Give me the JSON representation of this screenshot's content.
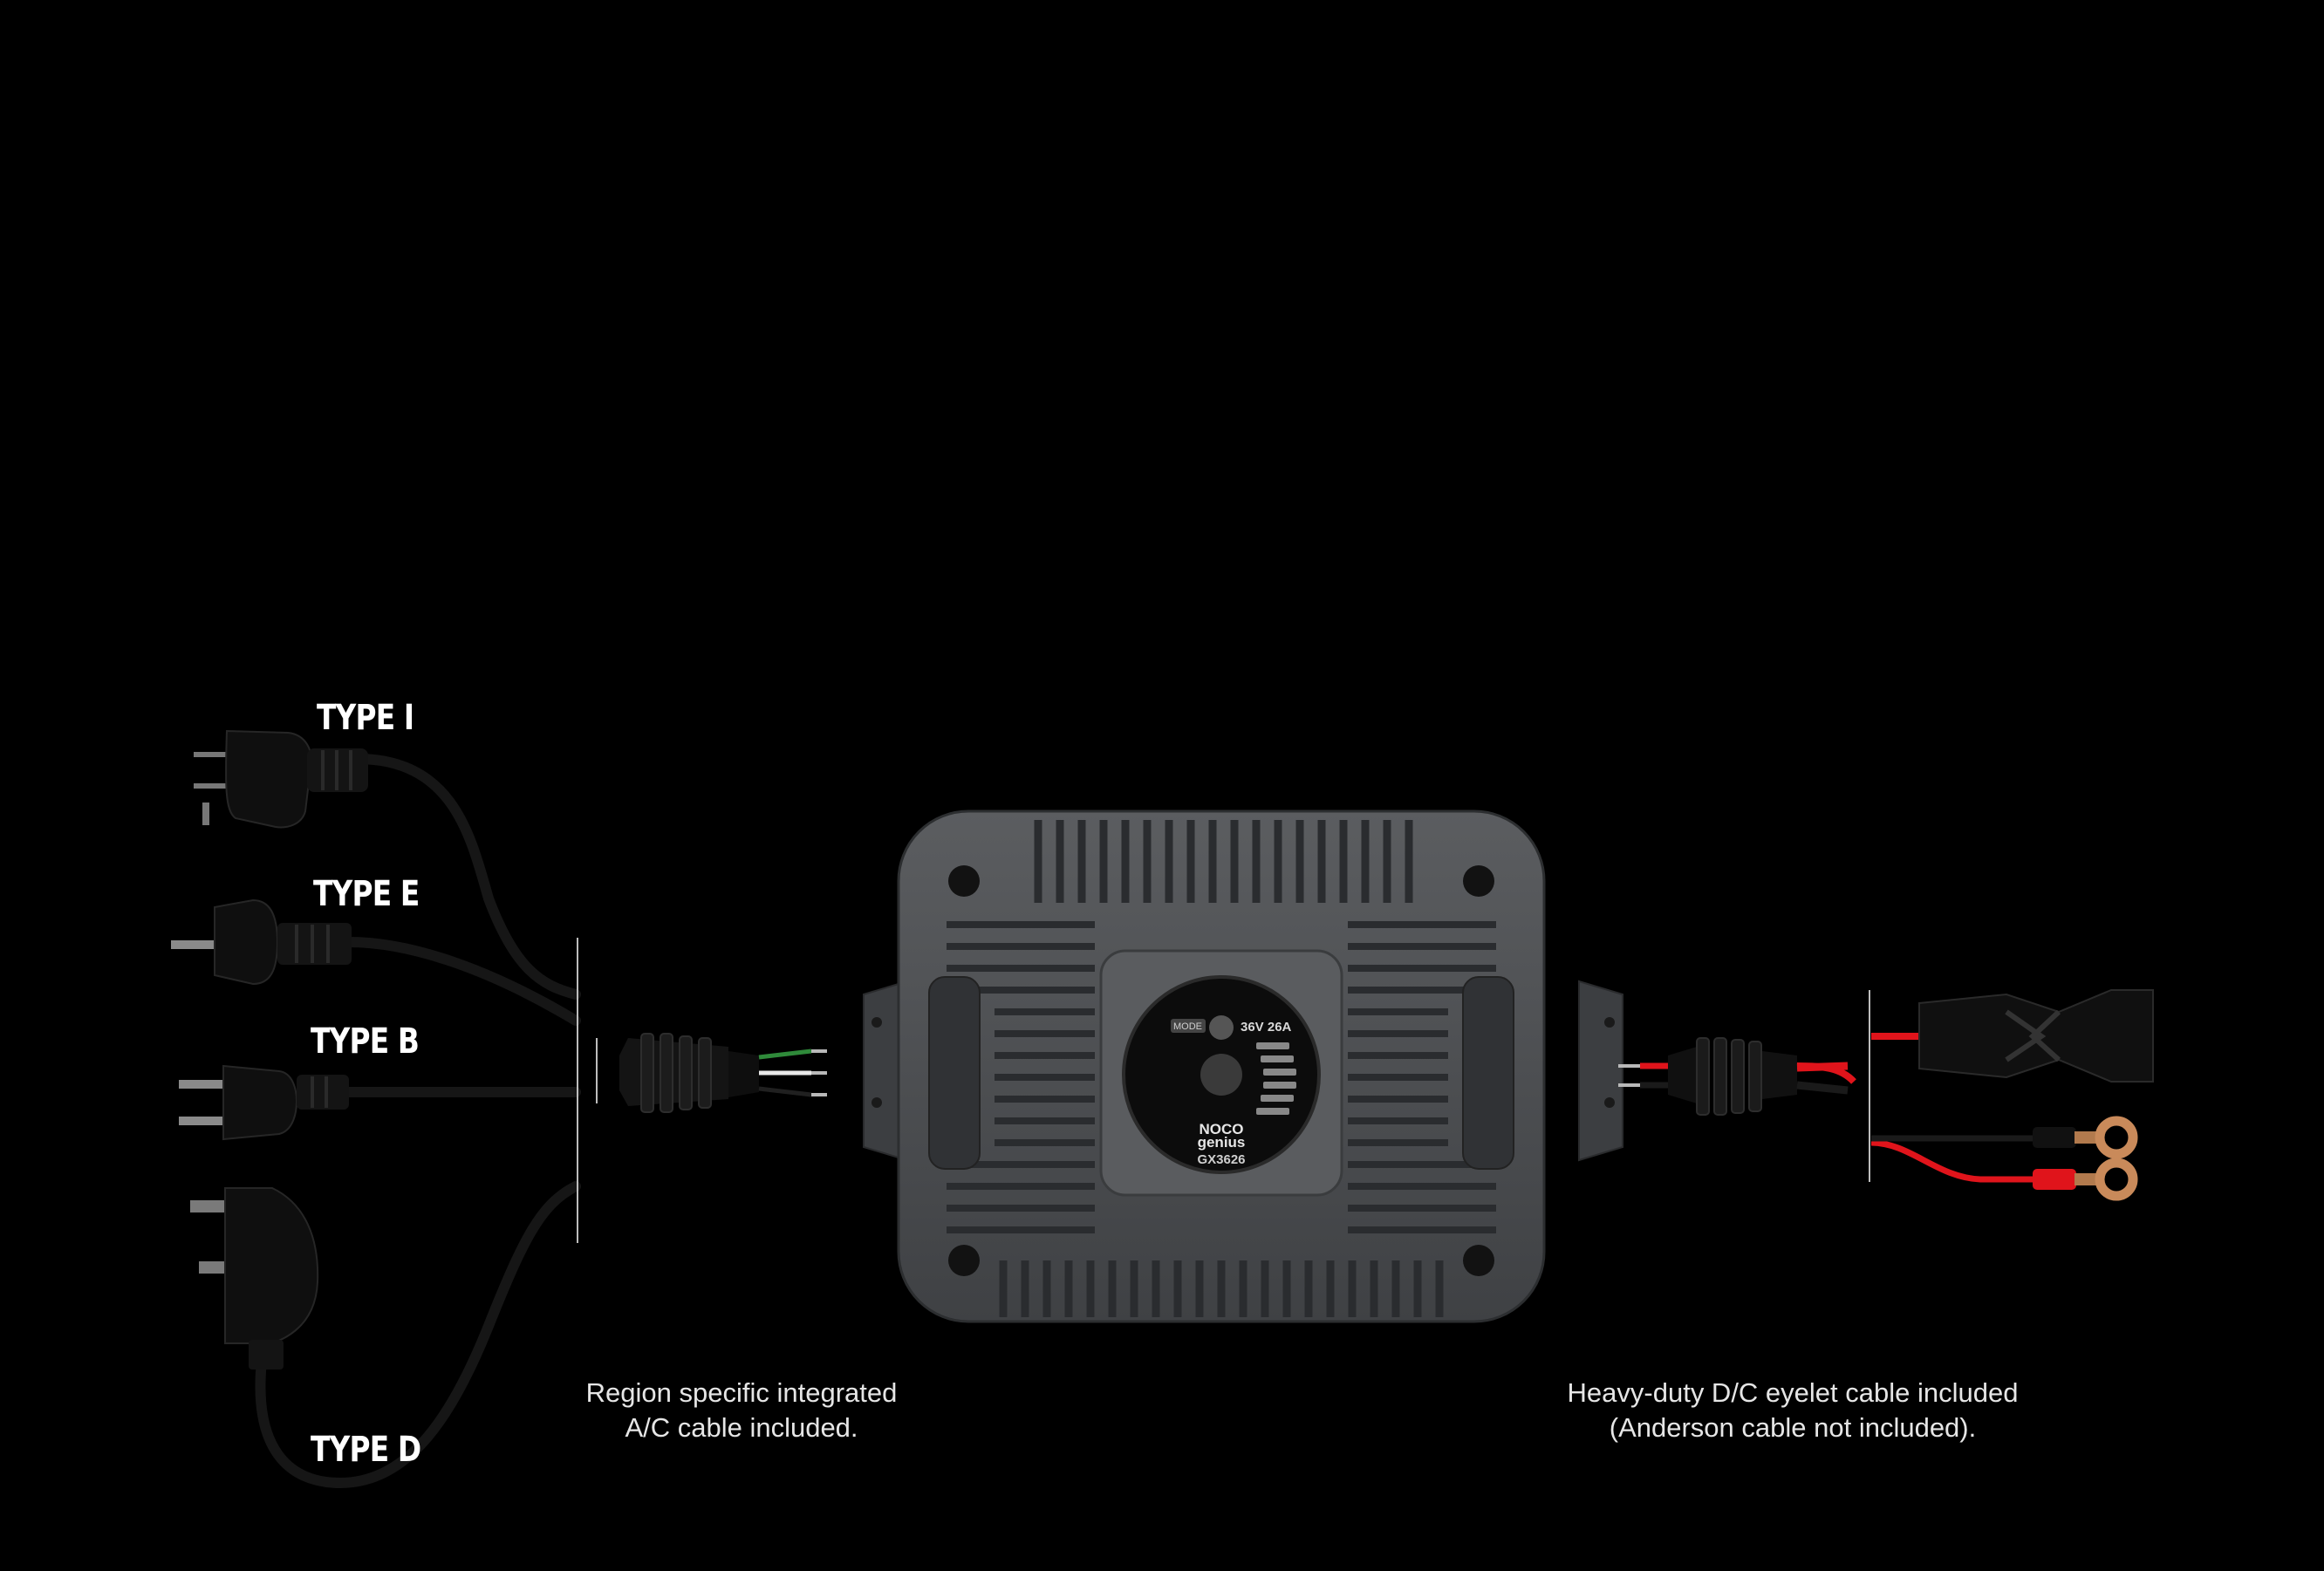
{
  "plug_labels": {
    "type_i": "TYPE I",
    "type_e": "TYPE E",
    "type_b": "TYPE B",
    "type_d": "TYPE D"
  },
  "device": {
    "brand": "NOCO",
    "product_line": "genius",
    "model": "GX3626",
    "rating": "36V 26A",
    "mode_label": "MODE"
  },
  "captions": {
    "ac_cable": {
      "line1": "Region specific integrated",
      "line2": "A/C cable included."
    },
    "dc_cable": {
      "line1": "Heavy-duty D/C eyelet cable included",
      "line2": "(Anderson cable not included)."
    }
  },
  "colors": {
    "background": "#000000",
    "housing": "#4a4c4f",
    "cable": "#151515",
    "positive_wire": "#e0141b",
    "eyelet": "#c98a5a"
  }
}
